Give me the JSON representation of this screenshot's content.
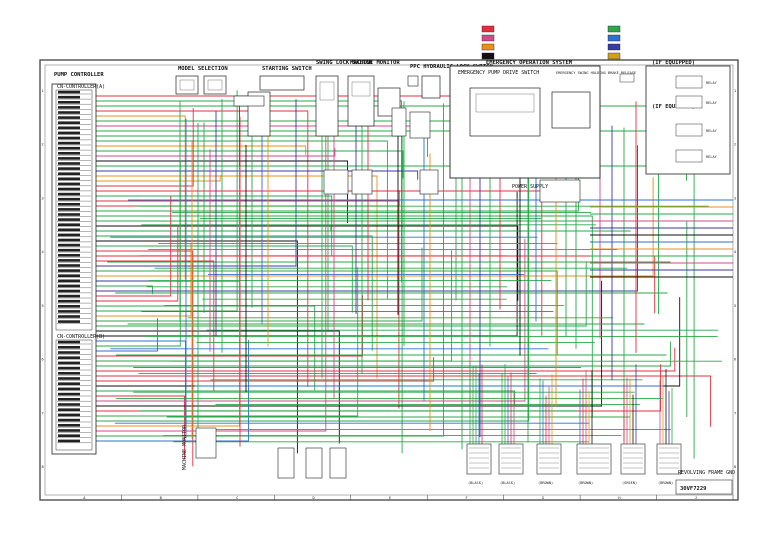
{
  "legend": {
    "colors": [
      "#e03040",
      "#d04a8a",
      "#e8901a",
      "#111111",
      "#2aa84a",
      "#2f6fd0",
      "#3a3aa0",
      "#d0a020"
    ]
  },
  "titles": {
    "pump_controller": "PUMP CONTROLLER",
    "connector_a": "CN-CONTROLLER(A)",
    "connector_b": "CN-CONTROLLER(B)",
    "model_selection": "MODEL SELECTION",
    "starting_switch": "STARTING SWITCH",
    "swing_lock": "SWING LOCK SWITCH",
    "machine_monitor": "MACHINE MONITOR",
    "ppc_hydraulic": "PPC HYDRAULIC LOCK SWITCH",
    "emergency_system": "EMERGENCY OPERATION SYSTEM",
    "emergency_pump": "EMERGENCY PUMP DRIVE SWITCH",
    "emergency_swing": "EMERGENCY SWING HOLDING BRAKE RELEASE",
    "fit_equipped_1": "(IF EQUIPPED)",
    "fit_equipped_2": "(IF EQUIPPED)",
    "relay_1": "RELAY",
    "relay_2": "RELAY",
    "relay_3": "RELAY",
    "relay_4": "RELAY",
    "power_supply": "POWER SUPPLY",
    "revolving_frame": "REVOLVING FRAME GND",
    "machine_monitor_bottom": "MACHINE MONITOR",
    "drawing_no": "30VF7229"
  },
  "bottom_connectors": [
    "(BLACK)",
    "(BLACK)",
    "(BROWN)",
    "(BROWN)",
    "(GREEN)",
    "(BROWN)"
  ],
  "grid_cols": [
    "A",
    "B",
    "C",
    "D",
    "E",
    "F",
    "G",
    "H",
    "J"
  ],
  "grid_rows": [
    "1",
    "2",
    "3",
    "4",
    "5",
    "6",
    "7",
    "8"
  ]
}
